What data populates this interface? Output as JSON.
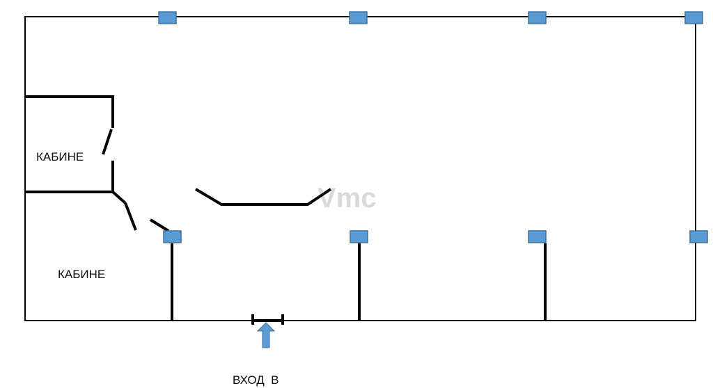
{
  "diagram": {
    "rooms": [
      {
        "label": "КАБИНЕ"
      },
      {
        "label": "КАБИНЕ"
      }
    ],
    "entrance": {
      "label": "ВХОД  В"
    },
    "watermark": {
      "text": "Vmc"
    },
    "colors": {
      "wall": "#000000",
      "column_fill": "#5b9bd5",
      "column_stroke": "#41719c",
      "arrow_fill": "#5b9bd5",
      "arrow_stroke": "#41719c",
      "watermark": "#d9d9d9"
    }
  }
}
